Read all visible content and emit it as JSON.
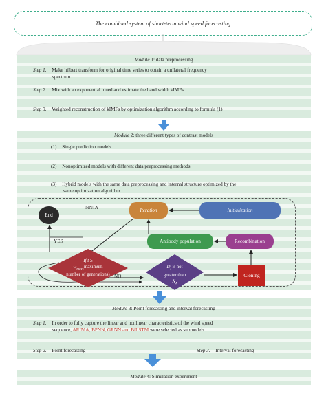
{
  "title": "The combined system of short-term wind speed forecasting",
  "module1": {
    "heading_word": "Module",
    "heading_rest": " 1: data preprocessing",
    "steps": [
      {
        "label": "Step 1.",
        "text": "Make hilbert transform for original time series to obtain a unilateral frequency",
        "text2": "spectrum"
      },
      {
        "label": "Step 2.",
        "text": "Mix with an exponential tuned and estimate the band width kIMFs"
      },
      {
        "label": "Step 3.",
        "text": "Weighted reconstruction of kIMFs by optimization algorithm according to formula (1)"
      }
    ]
  },
  "module2": {
    "heading_word": "Module",
    "heading_rest": " 2: three different types of contrast models",
    "items": [
      {
        "label": "(1)",
        "text": "Single prediction models"
      },
      {
        "label": "(2)",
        "text": "Nonoptimized models with different data preprocessing methods"
      },
      {
        "label": "(3)",
        "text": "Hybrid models with the same data preprocessing and internal structure optimized by the",
        "text2": "same optimization algorithm"
      }
    ]
  },
  "nnia": {
    "label": "NNIA",
    "iteration": "Iteration",
    "initialization": "Initialization",
    "antibody_population": "Antibody population",
    "recombination": "Recombination",
    "cloning": "Cloning",
    "end": "End",
    "yes": "YES",
    "no": "NO",
    "cond1_line1": "If t ≥",
    "cond1_g": "G",
    "cond1_gsub": "max",
    "cond1_rest": "(maximum",
    "cond1_line3": "number of generations)",
    "cond2_d": "D",
    "cond2_dsub": "t",
    "cond2_rest": " is not",
    "cond2_line2": "greater than",
    "cond2_n": "N",
    "cond2_nsub": "A"
  },
  "module3": {
    "heading_word": "Module",
    "heading_rest": " 3: Point forecasting and interval forecasting",
    "step1_label": "Step 1.",
    "step1_text": "In order to fully capture the linear and nonlinear characteristics of the wind speed",
    "step1_text2_pre": "sequence, ",
    "step1_models": "ARIMA, BPNN, GRNN and BiLSTM",
    "step1_text2_post": " were selected as submodels.",
    "step2_label": "Step 2.",
    "step2_text": "Point forecasting",
    "step3_label": "Step 3.",
    "step3_text": "Interval forecasting"
  },
  "module4": {
    "heading_word": "Module",
    "heading_rest": " 4: Simulation experiment"
  },
  "colors": {
    "accent_green": "#3fae8c",
    "arrow_blue": "#4a90d9",
    "iteration": "#c9843a",
    "initialization": "#4f73b5",
    "antibody": "#3e9a4f",
    "recombination": "#9a3f8f",
    "cloning": "#c0241f",
    "diamond1": "#a9343a",
    "diamond2": "#5b3f86",
    "models_red": "#c0392b"
  }
}
